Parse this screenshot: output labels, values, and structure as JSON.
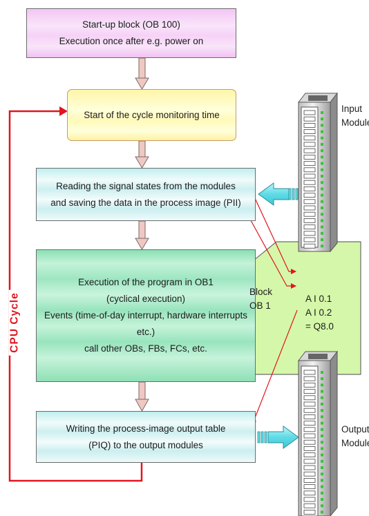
{
  "blocks": {
    "startup": {
      "line1": "Start-up block (OB 100)",
      "line2": "Execution once after e.g. power on"
    },
    "monitor": {
      "line1": "Start of the cycle monitoring time"
    },
    "read": {
      "line1": "Reading the signal states from the modules",
      "line2": "and saving the data in the process image (PII)"
    },
    "exec": {
      "line1": "Execution of the program in OB1",
      "line2": "(cyclical execution)",
      "line3": "Events (time-of-day interrupt, hardware interrupts etc.)",
      "line4": "call other OBs, FBs, FCs, etc."
    },
    "write": {
      "line1": "Writing the process-image output table",
      "line2": "(PIQ) to the output modules"
    }
  },
  "ob1": {
    "title1": "Block",
    "title2": "OB 1",
    "stmt1": "A I 0.1",
    "stmt2": "A I 0.2",
    "stmt3": "= Q8.0"
  },
  "modules": {
    "input": {
      "line1": "Input",
      "line2": "Module"
    },
    "output": {
      "line1": "Output",
      "line2": "Module"
    }
  },
  "cycle_label": "CPU Cycle",
  "colors": {
    "cycle_line": "#e3141e",
    "flow_arrow": "#f0c8c2",
    "transfer_arrow": "#66dde6",
    "ob1_fill": "#d5f7a9",
    "module_led": "#37c43a"
  }
}
